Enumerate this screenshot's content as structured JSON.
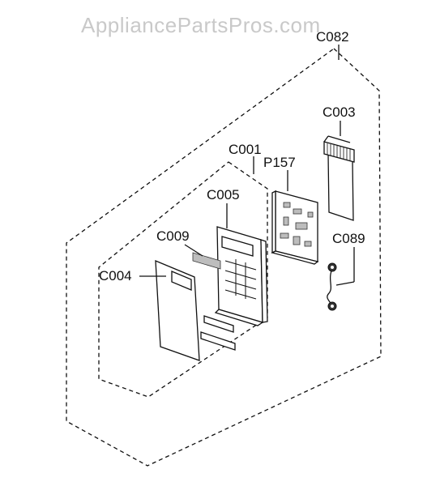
{
  "watermark": "AppliancePartsPros.com",
  "labels": {
    "c082": "C082",
    "c003": "C003",
    "c001": "C001",
    "p157": "P157",
    "c005": "C005",
    "c009": "C009",
    "c089": "C089",
    "c004": "C004"
  }
}
